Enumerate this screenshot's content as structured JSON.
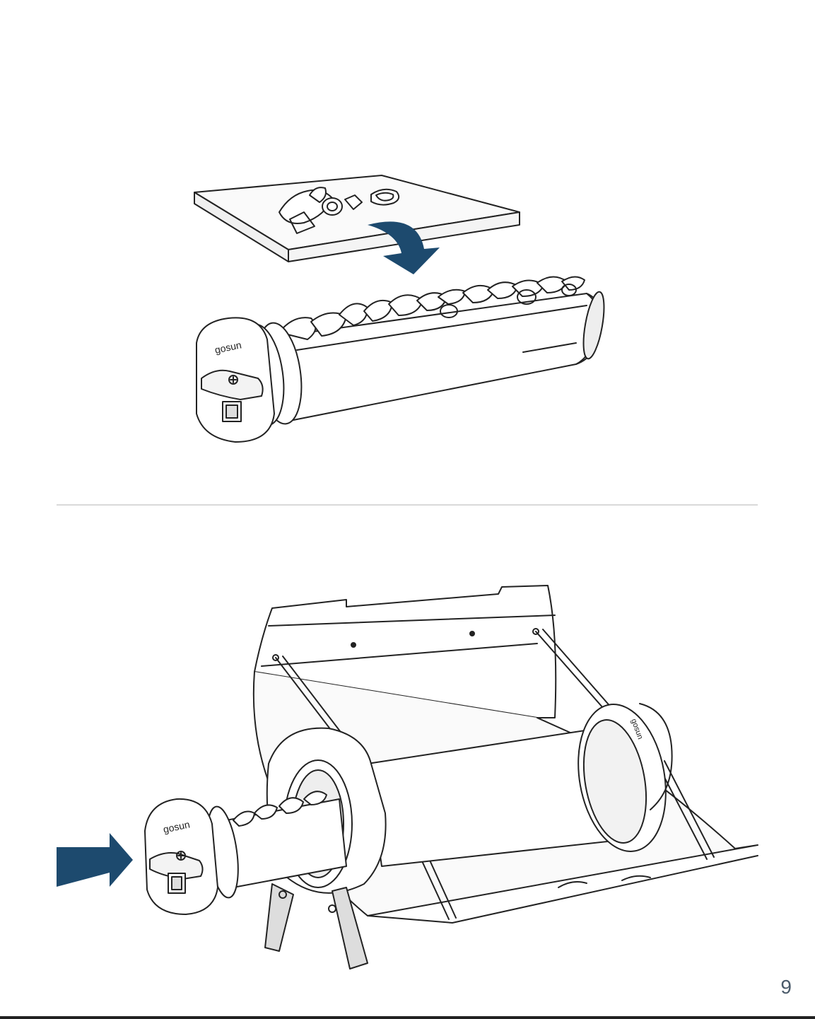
{
  "page": {
    "number": "9"
  },
  "figures": {
    "top": {
      "brand": "gosun"
    },
    "bottom": {
      "brand": "gosun",
      "brand_reflector": "gosun"
    }
  },
  "colors": {
    "arrow": "#1d4a6e",
    "line": "#222222",
    "divider": "#d9d9d9"
  },
  "icons": [
    "curved-arrow-icon",
    "right-arrow-icon"
  ]
}
